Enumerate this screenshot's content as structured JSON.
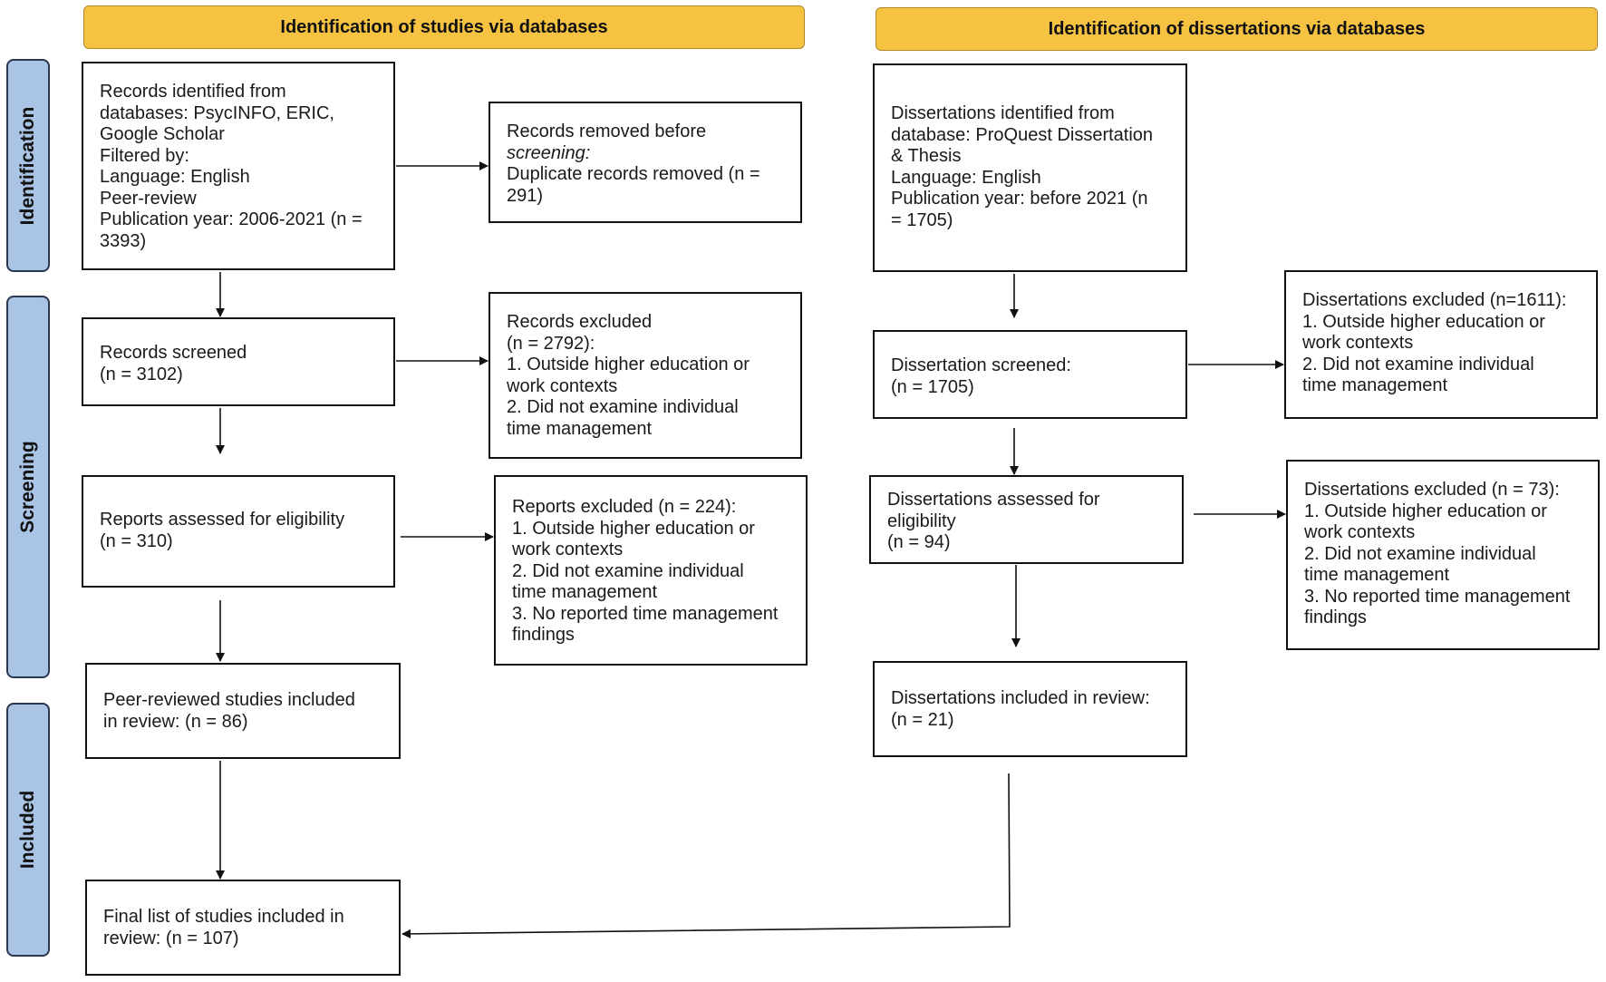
{
  "headers": {
    "left": "Identification of studies via databases",
    "right": "Identification of dissertations via databases"
  },
  "phases": {
    "identification": "Identification",
    "screening": "Screening",
    "included": "Included"
  },
  "left": {
    "records_identified": [
      "Records identified from",
      "databases: PsycINFO, ERIC,",
      "Google Scholar",
      "Filtered by:",
      "Language: English",
      "Peer-review",
      "Publication year: 2006-2021 (n =",
      "3393)"
    ],
    "records_removed": {
      "line1": "Records removed before",
      "line2": "screening:",
      "line3": "Duplicate records removed (n =",
      "line4": "291)"
    },
    "records_screened": [
      "Records screened",
      "(n = 3102)"
    ],
    "records_excluded": [
      "Records excluded",
      "(n = 2792):",
      "1. Outside higher education or",
      "work contexts",
      "2. Did not examine individual",
      "time management"
    ],
    "reports_assessed": [
      "Reports assessed for eligibility",
      "(n = 310)"
    ],
    "reports_excluded": [
      "Reports excluded (n = 224):",
      "1. Outside higher education or",
      "work contexts",
      "2. Did not examine individual",
      "time management",
      "3. No reported time management",
      "findings"
    ],
    "studies_included": [
      "Peer-reviewed studies included",
      "in review: (n = 86)"
    ],
    "final_list": [
      "Final list of studies included in",
      "review: (n = 107)"
    ]
  },
  "right": {
    "dissertations_identified": [
      "Dissertations identified from",
      "database: ProQuest Dissertation",
      "& Thesis",
      "Language: English",
      "Publication year: before 2021 (n",
      "= 1705)"
    ],
    "dissertations_screened": [
      "Dissertation screened:",
      "(n = 1705)"
    ],
    "dissertations_excluded_1": [
      "Dissertations excluded (n=1611):",
      "1. Outside higher education or",
      "work contexts",
      "2. Did not examine individual",
      "time management"
    ],
    "dissertations_assessed": [
      "Dissertations assessed for",
      "eligibility",
      "(n = 94)"
    ],
    "dissertations_excluded_2": [
      "Dissertations excluded (n = 73):",
      "1. Outside higher education or",
      "work contexts",
      "2. Did not examine individual",
      "time management",
      "3. No reported time management",
      "findings"
    ],
    "dissertations_included": [
      "Dissertations included in review:",
      "(n = 21)"
    ]
  }
}
